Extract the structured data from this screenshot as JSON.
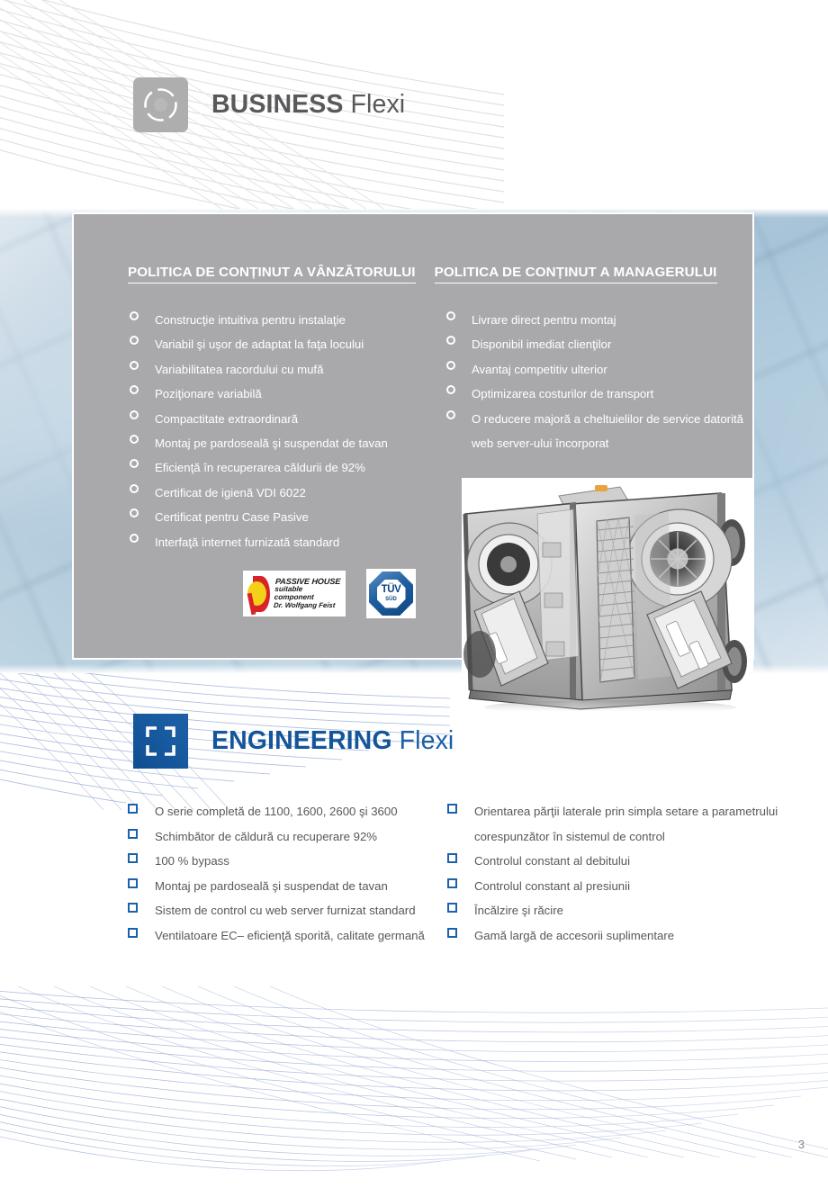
{
  "page": {
    "number": "3"
  },
  "business_section": {
    "logo_icon": "target-ring-icon",
    "title_strong": "BUSINESS",
    "title_light": "Flexi",
    "panel": {
      "seller_heading": "POLITICA DE CONȚINUT A VÂNZĂTORULUI",
      "manager_heading": "POLITICA DE CONȚINUT A MANAGERULUI",
      "seller_items": [
        "Construcţie intuitiva pentru instalaţie",
        "Variabil şi uşor de adaptat la faţa locului",
        "Variabilitatea racordului cu mufă",
        "Poziţionare variabilă",
        "Compactitate extraordinară",
        "Montaj pe pardoseală şi suspendat de tavan",
        "Eficienţă în recuperarea căldurii de 92%",
        "Certificat de igienă VDI 6022",
        "Certificat pentru Case Pasive",
        "Interfaţă internet furnizată standard"
      ],
      "manager_items": [
        "Livrare direct pentru montaj",
        "Disponibil imediat clienţilor",
        "Avantaj competitiv ulterior",
        "Optimizarea costurilor de transport",
        "O reducere majoră a cheltuielilor de service datorită web server-ului încorporat"
      ]
    },
    "certifications": {
      "passive_house": {
        "line_1": "PASSIVE HOUSE",
        "line_2": "suitable",
        "line_3": "component",
        "line_4": "Dr. Wolfgang Feist",
        "icon": "passive-house-seal-icon"
      },
      "tuv": {
        "word": "TÜV",
        "sub": "SÜD",
        "icon": "tuv-sud-seal-icon"
      }
    },
    "product_image_alt": "air-handling-unit-photo"
  },
  "engineering_section": {
    "logo_icon": "square-brackets-icon",
    "title_strong": "ENGINEERING",
    "title_light": "Flexi",
    "left_items": [
      "O serie completă de 1100, 1600, 2600 şi 3600",
      "Schimbător de căldură cu recuperare 92%",
      "100 % bypass",
      "Montaj pe pardoseală şi suspendat de tavan",
      "Sistem de control cu web server furnizat standard",
      "Ventilatoare EC– eficienţă sporită, calitate germană"
    ],
    "right_items": [
      "Orientarea părţii laterale prin simpla setare a parametrului corespunzător în sistemul de control",
      "Controlul constant al debitului",
      "Controlul constant al presiunii",
      "Încălzire şi răcire",
      "Gamă largă de accesorii suplimentare"
    ]
  },
  "colors": {
    "brand_blue": "#1b5fa5",
    "bullet_blue": "#1b62ab",
    "panel_gray": "#a9a9ab",
    "text_gray": "#58585a",
    "logo_gray": "#aeaeae"
  }
}
